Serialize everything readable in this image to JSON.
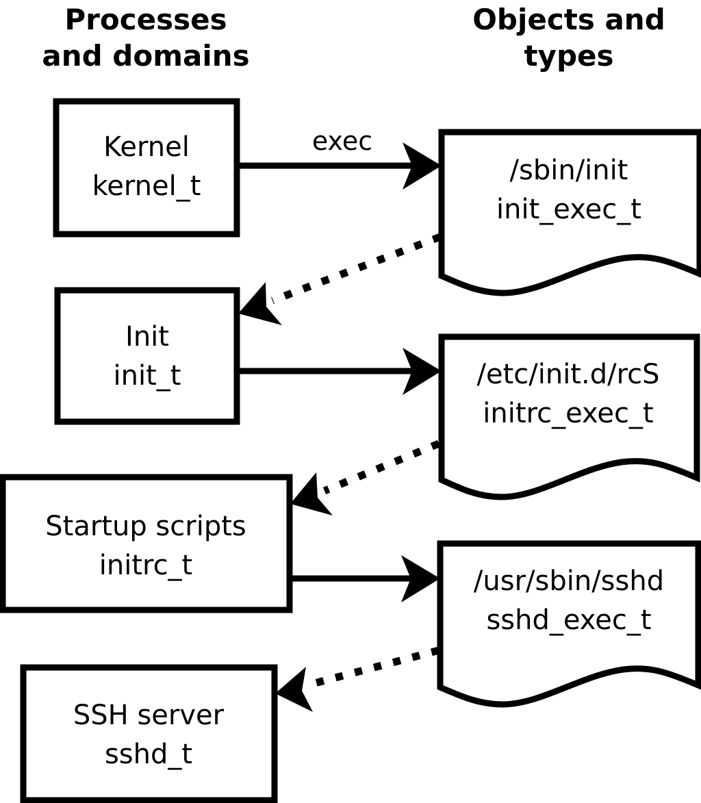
{
  "diagram": {
    "title_columns": [
      {
        "id": "processes",
        "line1": "Processes",
        "line2": "and domains"
      },
      {
        "id": "objects",
        "line1": "Objects and",
        "line2": "types"
      }
    ],
    "domain_nodes": [
      {
        "id": "kernel",
        "line1": "Kernel",
        "line2": "kernel_t"
      },
      {
        "id": "init",
        "line1": "Init",
        "line2": "init_t"
      },
      {
        "id": "initrc",
        "line1": "Startup scripts",
        "line2": "initrc_t"
      },
      {
        "id": "sshd",
        "line1": "SSH server",
        "line2": "sshd_t"
      }
    ],
    "object_nodes": [
      {
        "id": "init_exec",
        "line1": "/sbin/init",
        "line2": "init_exec_t"
      },
      {
        "id": "initrc_exec",
        "line1": "/etc/init.d/rcS",
        "line2": "initrc_exec_t"
      },
      {
        "id": "sshd_exec",
        "line1": "/usr/sbin/sshd",
        "line2": "sshd_exec_t"
      }
    ],
    "edges": [
      {
        "id": "kernel-exec-init_exec",
        "from": "kernel",
        "to": "init_exec",
        "style": "solid",
        "label": "exec"
      },
      {
        "id": "init_exec-transition-init",
        "from": "init_exec",
        "to": "init",
        "style": "dotted",
        "label": ""
      },
      {
        "id": "init-exec-initrc_exec",
        "from": "init",
        "to": "initrc_exec",
        "style": "solid",
        "label": ""
      },
      {
        "id": "initrc_exec-transition-initrc",
        "from": "initrc_exec",
        "to": "initrc",
        "style": "dotted",
        "label": ""
      },
      {
        "id": "initrc-exec-sshd_exec",
        "from": "initrc",
        "to": "sshd_exec",
        "style": "solid",
        "label": ""
      },
      {
        "id": "sshd_exec-transition-sshd",
        "from": "sshd_exec",
        "to": "sshd",
        "style": "dotted",
        "label": ""
      }
    ],
    "colors": {
      "stroke": "#000000",
      "fill": "#ffffff",
      "text": "#000000"
    }
  }
}
